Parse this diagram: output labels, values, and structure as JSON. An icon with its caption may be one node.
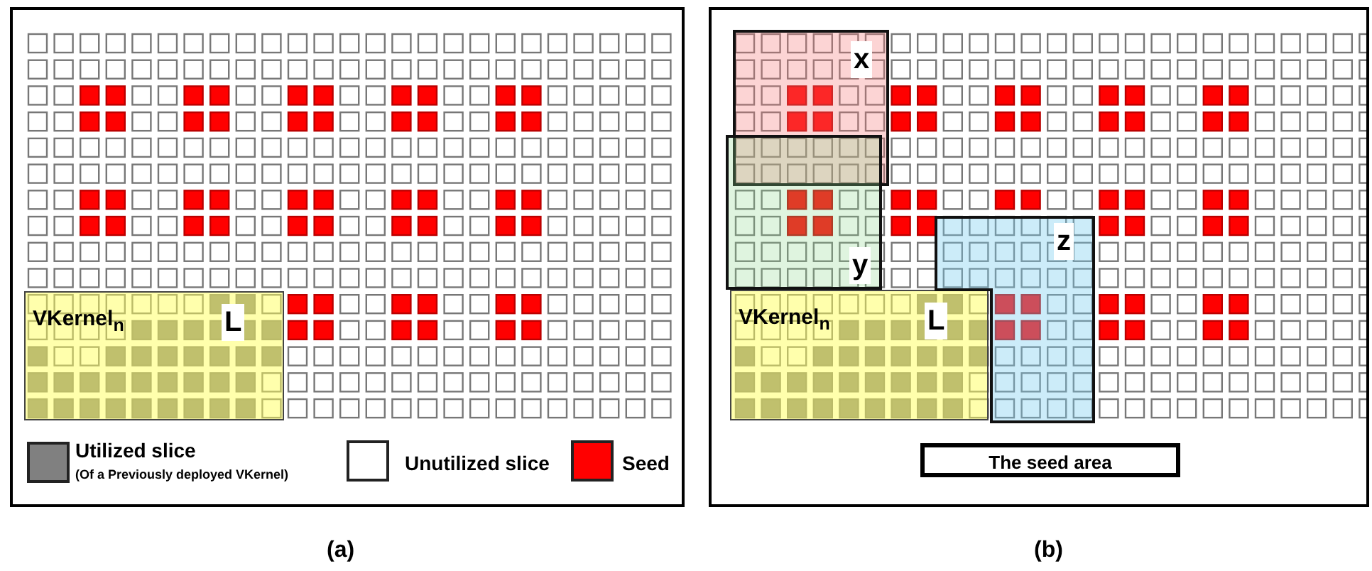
{
  "diagram": {
    "nodes": [
      {
        "text": [
          "VKernel$_{n}$",
          "L"
        ]
      },
      {
        "text": [
          "VKernel$_{n}$",
          "L"
        ]
      },
      {
        "text": [
          "x"
        ]
      },
      {
        "text": [
          "y"
        ]
      },
      {
        "text": [
          "z"
        ]
      },
      {
        "text": [
          "The seed area"
        ]
      }
    ],
    "labels": [
      "(Of a Previously deployed VKernel)",
      "(a)",
      "(b)"
    ],
    "legend": [
      {
        "text": "Utilized slice",
        "color": "#808080"
      },
      {
        "text": "Unutilized slice",
        "color": "#ffffff"
      },
      {
        "text": "Seed",
        "color": "#ff0000"
      }
    ]
  }
}
